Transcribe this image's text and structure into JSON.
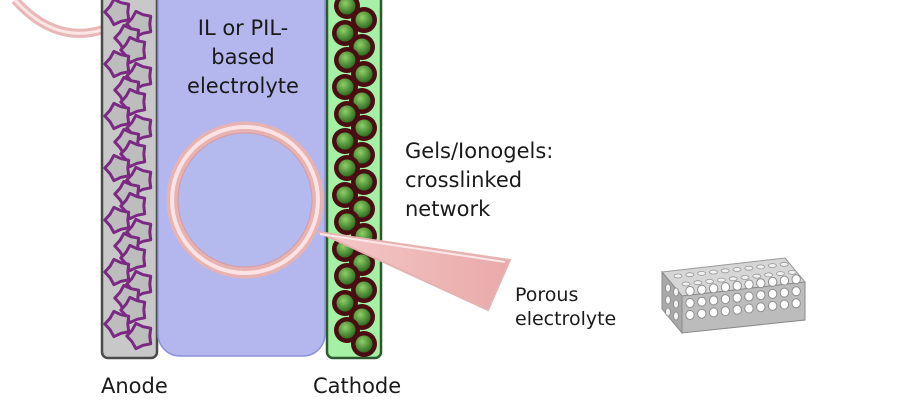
{
  "diagram": {
    "electrolyte_label": [
      "IL or PIL-",
      "based",
      "electrolyte"
    ],
    "gels_label": [
      "Gels/Ionogels:",
      "crosslinked",
      "network"
    ],
    "porous_label": [
      "Porous",
      "electrolyte"
    ],
    "anode_label": "Anode",
    "cathode_label": "Cathode"
  },
  "colors": {
    "anode_fill": "#c8c8c8",
    "anode_particle": "#7a2a82",
    "electrolyte_fill": "#b3b7ee",
    "cathode_fill": "#a6f0a6",
    "cathode_particle_core": "#3d8a2e",
    "cathode_particle_ring": "#4a0d12",
    "magnifier_ring": "#f2c4c4",
    "porous_block": "#b8b8b8"
  }
}
